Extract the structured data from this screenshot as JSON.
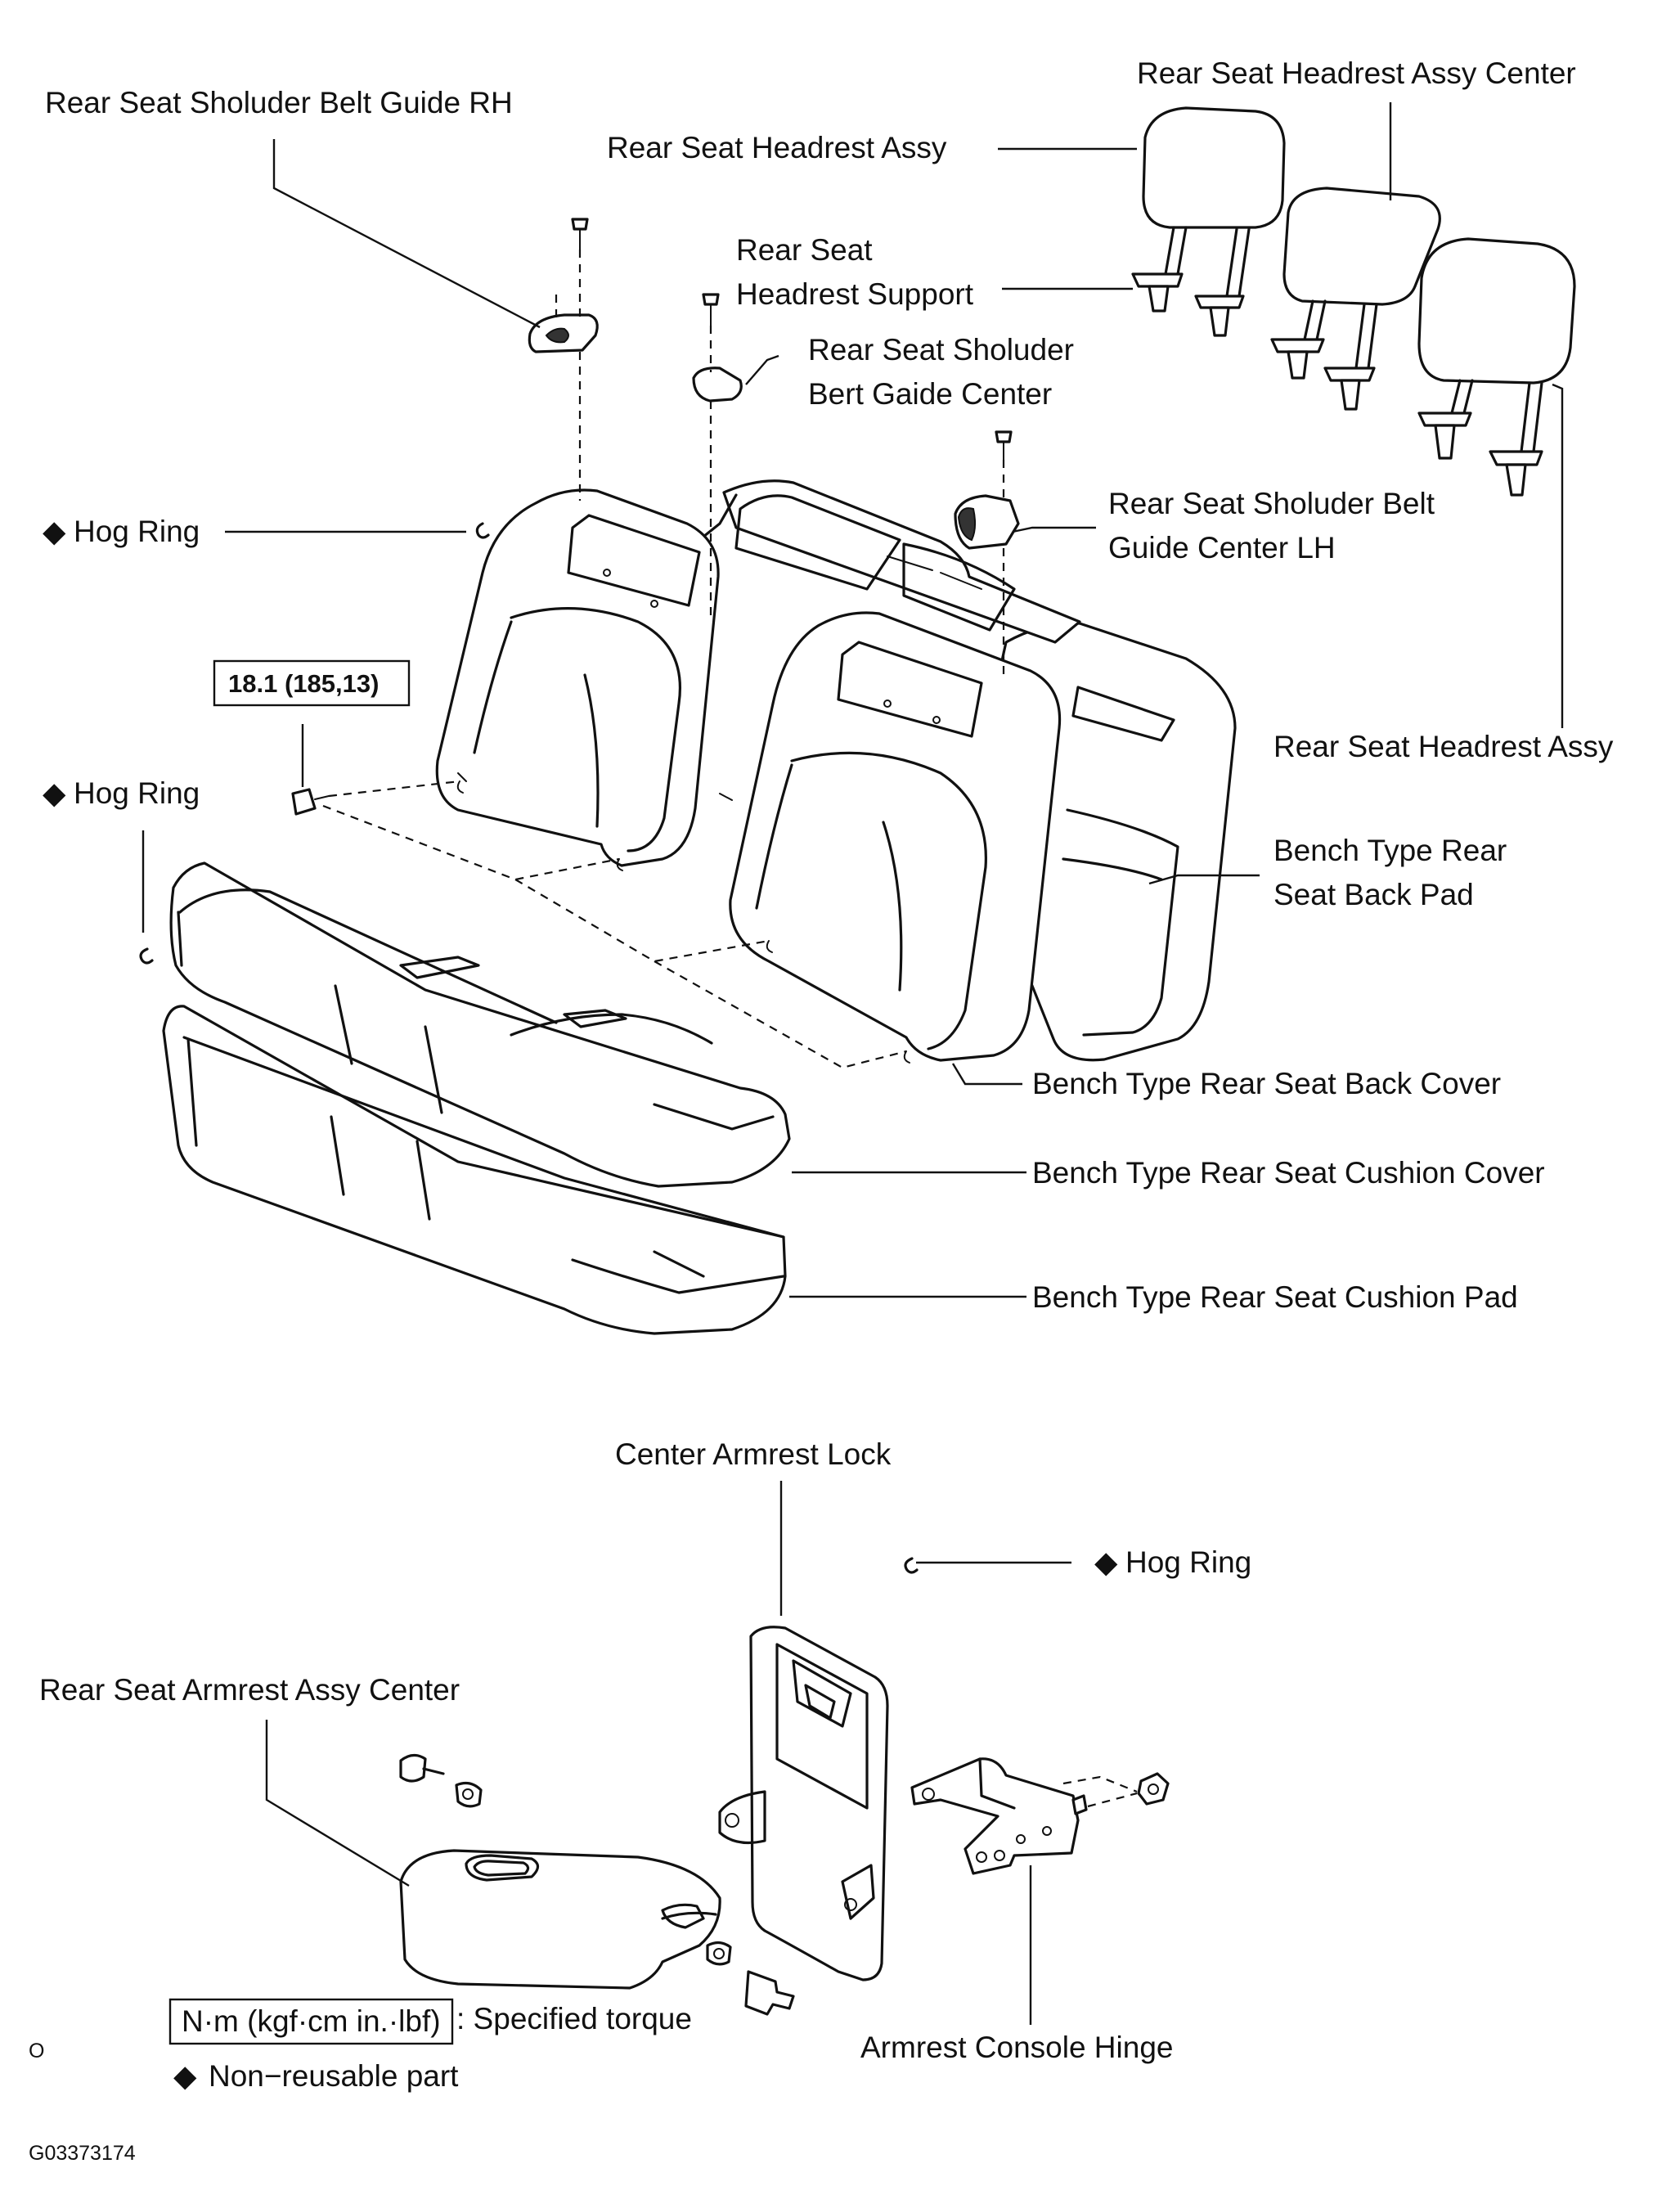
{
  "labels": {
    "headrest_assy_center": "Rear Seat Headrest Assy Center",
    "belt_guide_rh": "Rear Seat Sholuder Belt Guide RH",
    "headrest_assy": "Rear Seat Headrest Assy",
    "headrest_support_1": "Rear Seat",
    "headrest_support_2": "Headrest Support",
    "belt_guide_center_1": "Rear Seat Sholuder",
    "belt_guide_center_2": "Bert Gaide Center",
    "hog_ring_1": "Hog Ring",
    "belt_guide_lh_1": "Rear Seat Sholuder Belt",
    "belt_guide_lh_2": "Guide Center LH",
    "torque": "18.1 (185,13)",
    "headrest_assy_right": "Rear Seat Headrest Assy",
    "hog_ring_2": "Hog Ring",
    "back_pad_1": "Bench Type Rear",
    "back_pad_2": "Seat Back Pad",
    "back_cover": "Bench Type Rear Seat Back Cover",
    "cushion_cover": "Bench Type Rear Seat Cushion Cover",
    "cushion_pad": "Bench Type Rear Seat Cushion Pad",
    "armrest_lock": "Center Armrest Lock",
    "hog_ring_3": "Hog Ring",
    "armrest_assy": "Rear Seat Armrest Assy Center",
    "console_hinge": "Armrest Console Hinge"
  },
  "legend": {
    "torque_unit": "N·m (kgf·cm in.·lbf)",
    "torque_desc": ": Specified torque",
    "non_reusable": "Non−reusable part"
  },
  "markers": {
    "diamond": "◆",
    "corner_mark": "O"
  },
  "figure_id": "G03373174"
}
